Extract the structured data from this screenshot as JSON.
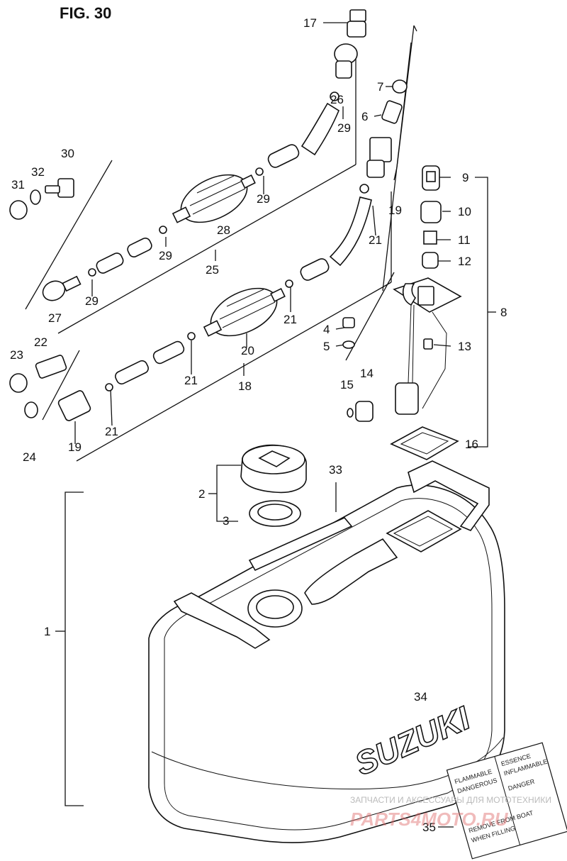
{
  "figure": {
    "title": "FIG. 30"
  },
  "callouts": [
    {
      "id": "c17",
      "text": "17"
    },
    {
      "id": "c26",
      "text": "26"
    },
    {
      "id": "c7",
      "text": "7"
    },
    {
      "id": "c6",
      "text": "6"
    },
    {
      "id": "c29a",
      "text": "29"
    },
    {
      "id": "c30",
      "text": "30"
    },
    {
      "id": "c32",
      "text": "32"
    },
    {
      "id": "c31",
      "text": "31"
    },
    {
      "id": "c29b",
      "text": "29"
    },
    {
      "id": "c28",
      "text": "28"
    },
    {
      "id": "c29c",
      "text": "29"
    },
    {
      "id": "c25",
      "text": "25"
    },
    {
      "id": "c29d",
      "text": "29"
    },
    {
      "id": "c27",
      "text": "27"
    },
    {
      "id": "c9",
      "text": "9"
    },
    {
      "id": "c10",
      "text": "10"
    },
    {
      "id": "c11",
      "text": "11"
    },
    {
      "id": "c12",
      "text": "12"
    },
    {
      "id": "c19a",
      "text": "19"
    },
    {
      "id": "c21a",
      "text": "21"
    },
    {
      "id": "c8",
      "text": "8"
    },
    {
      "id": "c21b",
      "text": "21"
    },
    {
      "id": "c4",
      "text": "4"
    },
    {
      "id": "c5",
      "text": "5"
    },
    {
      "id": "c13",
      "text": "13"
    },
    {
      "id": "c22",
      "text": "22"
    },
    {
      "id": "c23",
      "text": "23"
    },
    {
      "id": "c20",
      "text": "20"
    },
    {
      "id": "c21c",
      "text": "21"
    },
    {
      "id": "c18",
      "text": "18"
    },
    {
      "id": "c14",
      "text": "14"
    },
    {
      "id": "c15",
      "text": "15"
    },
    {
      "id": "c24",
      "text": "24"
    },
    {
      "id": "c19b",
      "text": "19"
    },
    {
      "id": "c21d",
      "text": "21"
    },
    {
      "id": "c16",
      "text": "16"
    },
    {
      "id": "c33",
      "text": "33"
    },
    {
      "id": "c2",
      "text": "2"
    },
    {
      "id": "c3",
      "text": "3"
    },
    {
      "id": "c1",
      "text": "1"
    },
    {
      "id": "c34",
      "text": "34"
    },
    {
      "id": "c35",
      "text": "35"
    }
  ],
  "tank": {
    "brand": "SUZUKI",
    "warning_label": {
      "left_lines": [
        "FLAMMABLE",
        "DANGEROUS",
        "REMOVE FROM BOAT",
        "WHEN FILLING"
      ],
      "right_lines": [
        "ESSENCE",
        "INFLAMMABLE",
        "DANGER"
      ]
    }
  },
  "watermark": {
    "line1": "ЗАПЧАСТИ И АКСЕССУАРЫ ДЛЯ МОТОТЕХНИКИ",
    "line2": "PARTS4MOTO.RU"
  }
}
